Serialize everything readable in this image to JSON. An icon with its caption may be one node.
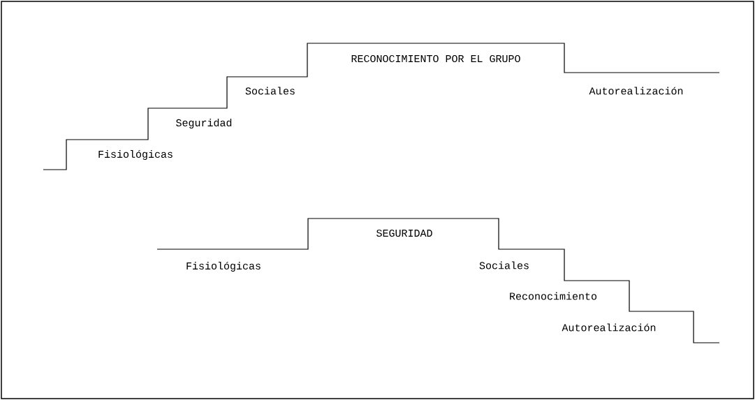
{
  "diagram": {
    "labels": [
      "RECONOCIMIENTO POR EL GRUPO",
      "Sociales",
      "Autorealización",
      "Seguridad",
      "Fisiológicas",
      "SEGURIDAD",
      "Fisiológicas",
      "Sociales",
      "Reconocimiento",
      "Autorealización"
    ]
  }
}
